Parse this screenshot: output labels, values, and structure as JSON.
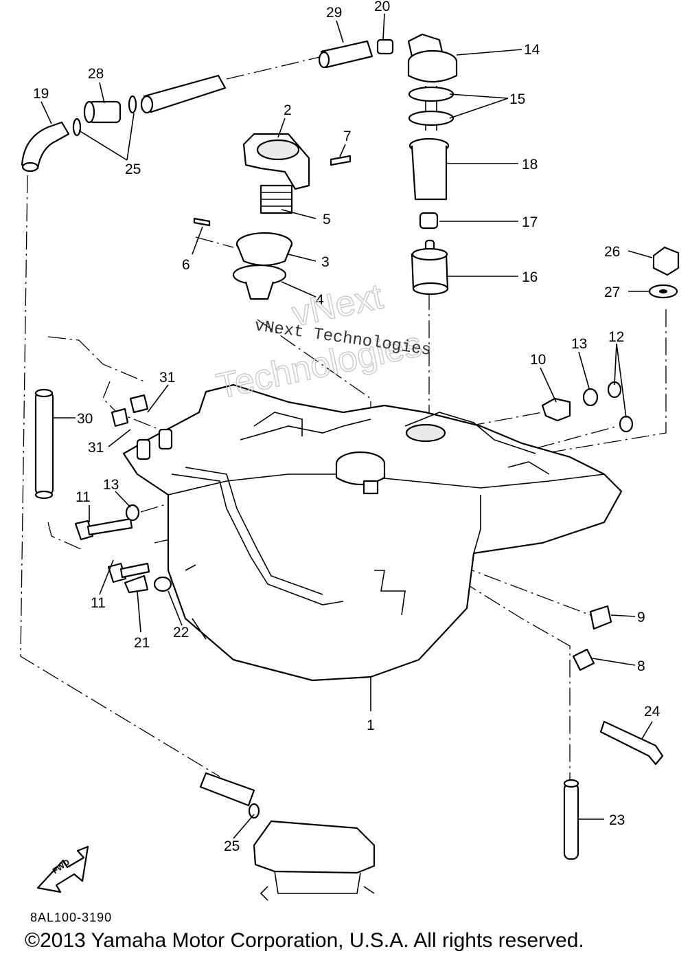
{
  "diagram": {
    "diagram_code": "8AL100-3190",
    "copyright": "©2013 Yamaha Motor Corporation, U.S.A. All rights reserved.",
    "watermark": {
      "line1": "vNext",
      "line2": "Technologies",
      "line3": "vNext Technologies"
    },
    "direction_badge": "FWD",
    "callouts": [
      "1",
      "2",
      "3",
      "4",
      "5",
      "6",
      "7",
      "8",
      "9",
      "10",
      "11",
      "11",
      "12",
      "13",
      "13",
      "14",
      "15",
      "16",
      "17",
      "18",
      "19",
      "20",
      "21",
      "22",
      "23",
      "24",
      "25",
      "25",
      "26",
      "27",
      "28",
      "29",
      "30",
      "31",
      "31"
    ]
  }
}
